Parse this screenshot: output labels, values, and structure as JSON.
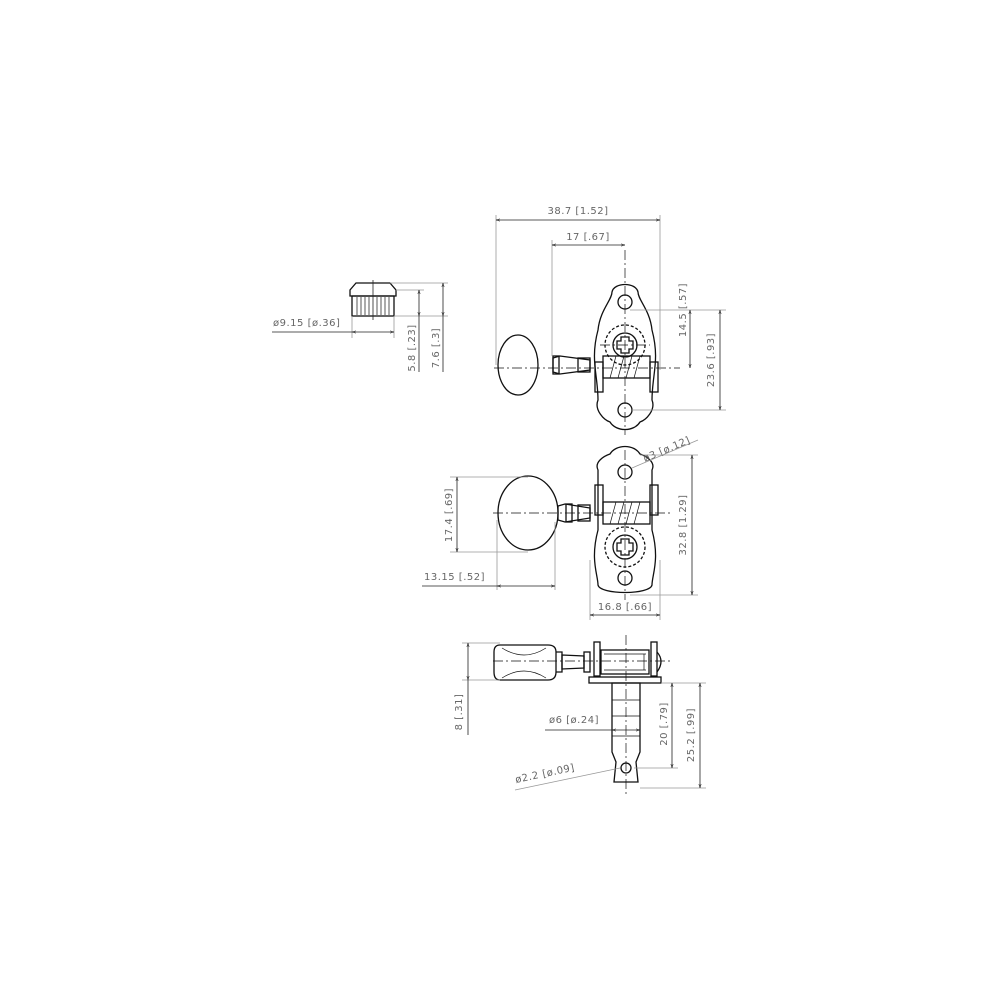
{
  "dimensions": {
    "bushing_diameter": "ø9.15 [ø.36]",
    "bushing_body_height": "5.8 [.23]",
    "bushing_total_height": "7.6 [.3]",
    "overall_length": "38.7 [1.52]",
    "post_offset": "17 [.67]",
    "hole_to_post": "14.5 [.57]",
    "hole_to_hole": "23.6 [.93]",
    "screw_hole_diameter": "ø3 [ø.12]",
    "knob_height": "17.4 [.69]",
    "knob_length": "13.15 [.52]",
    "plate_height": "32.8 [1.29]",
    "plate_width": "16.8 [.66]",
    "knob_thickness": "8 [.31]",
    "post_diameter": "ø6 [ø.24]",
    "string_hole_height": "20 [.79]",
    "post_length": "25.2 [.99]",
    "string_hole_diameter": "ø2.2 [ø.09]"
  }
}
